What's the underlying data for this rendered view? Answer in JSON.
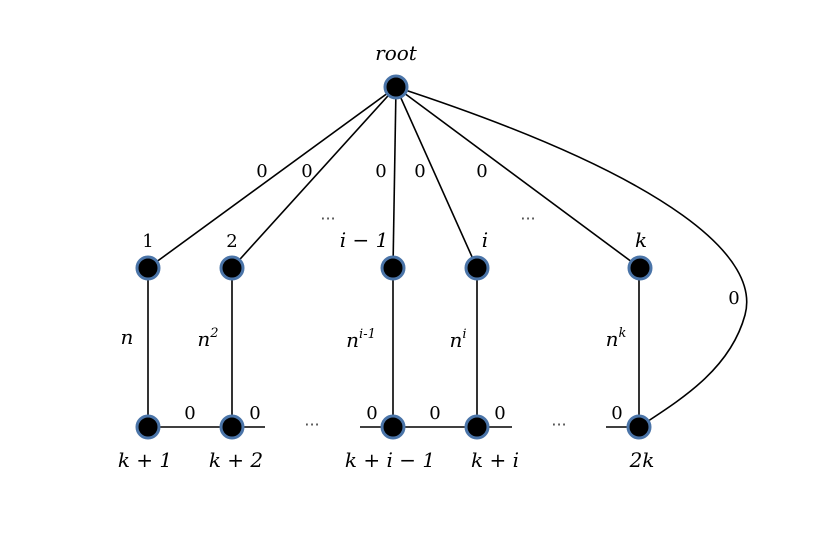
{
  "root_label": "root",
  "top_labels": {
    "n1": "1",
    "n2": "2",
    "nim1": "i − 1",
    "ni": "i",
    "nk": "k"
  },
  "bottom_labels": {
    "b1": "k + 1",
    "b2": "k + 2",
    "bim1": "k + i − 1",
    "bi": "k + i",
    "bk": "2k"
  },
  "root_edge_weights": [
    "0",
    "0",
    "0",
    "0",
    "0",
    "0"
  ],
  "vertical_weights": {
    "w1_base": "n",
    "w2_base": "n",
    "w2_exp": "2",
    "wim1_base": "n",
    "wim1_exp": "i-1",
    "wi_base": "n",
    "wi_exp": "i",
    "wk_base": "n",
    "wk_exp": "k"
  },
  "bottom_weights": {
    "b12": "0",
    "b2_right": "0",
    "bim1_left": "0",
    "bim1_bi": "0",
    "bi_right": "0",
    "bk_left": "0"
  },
  "ellipsis": "···"
}
